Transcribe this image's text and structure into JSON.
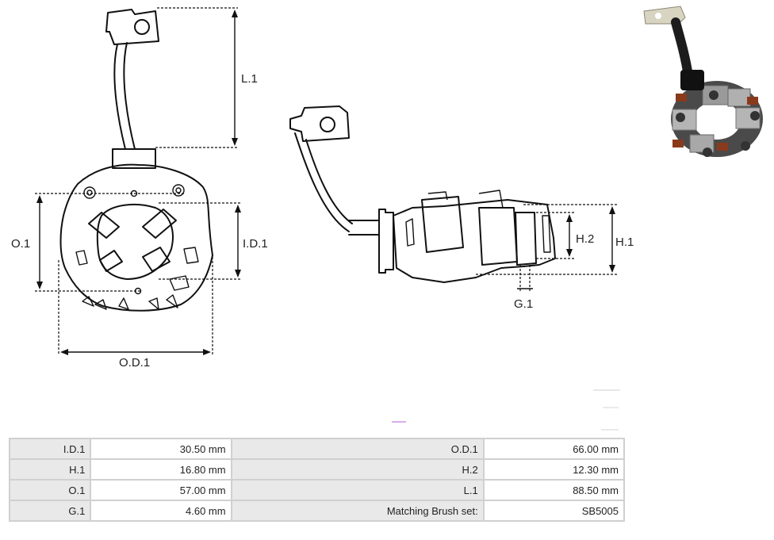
{
  "diagram": {
    "labels": {
      "l1": "L.1",
      "o1": "O.1",
      "id1": "I.D.1",
      "od1": "O.D.1",
      "h1": "H.1",
      "h2": "H.2",
      "g1": "G.1"
    }
  },
  "photo": {
    "icon": "brush-holder-photo"
  },
  "specs": {
    "rows": [
      {
        "label_a": "I.D.1",
        "value_a": "30.50 mm",
        "label_b": "O.D.1",
        "value_b": "66.00 mm"
      },
      {
        "label_a": "H.1",
        "value_a": "16.80 mm",
        "label_b": "H.2",
        "value_b": "12.30 mm"
      },
      {
        "label_a": "O.1",
        "value_a": "57.00 mm",
        "label_b": "L.1",
        "value_b": "88.50 mm"
      },
      {
        "label_a": "G.1",
        "value_a": "4.60 mm",
        "label_b": "Matching Brush set:",
        "value_b": "SB5005"
      }
    ]
  }
}
